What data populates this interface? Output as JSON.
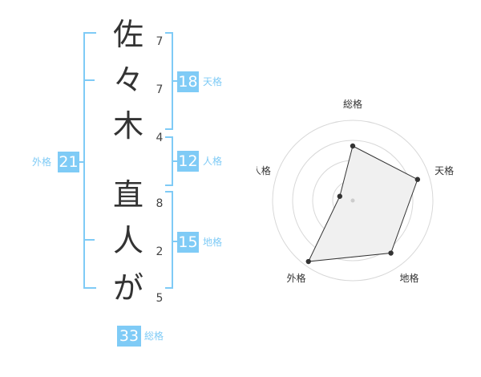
{
  "name_chars": [
    "佐",
    "々",
    "木",
    "直",
    "人",
    "が"
  ],
  "strokes": [
    "7",
    "7",
    "4",
    "8",
    "2",
    "5"
  ],
  "kaku": {
    "tenkaku": {
      "value": "18",
      "label": "天格"
    },
    "jinkaku": {
      "value": "12",
      "label": "人格"
    },
    "chikaku": {
      "value": "15",
      "label": "地格"
    },
    "gaikaku": {
      "value": "21",
      "label": "外格"
    },
    "soukaku": {
      "value": "33",
      "label": "総格"
    }
  },
  "chart_data": {
    "type": "radar",
    "axes": [
      "総格",
      "天格",
      "地格",
      "外格",
      "人格"
    ],
    "values": [
      0.68,
      0.85,
      0.81,
      0.94,
      0.17
    ],
    "max": 1,
    "rings": 4,
    "fill": "#f0f0f0",
    "stroke": "#333333"
  },
  "colors": {
    "accent": "#7fcbf6"
  }
}
